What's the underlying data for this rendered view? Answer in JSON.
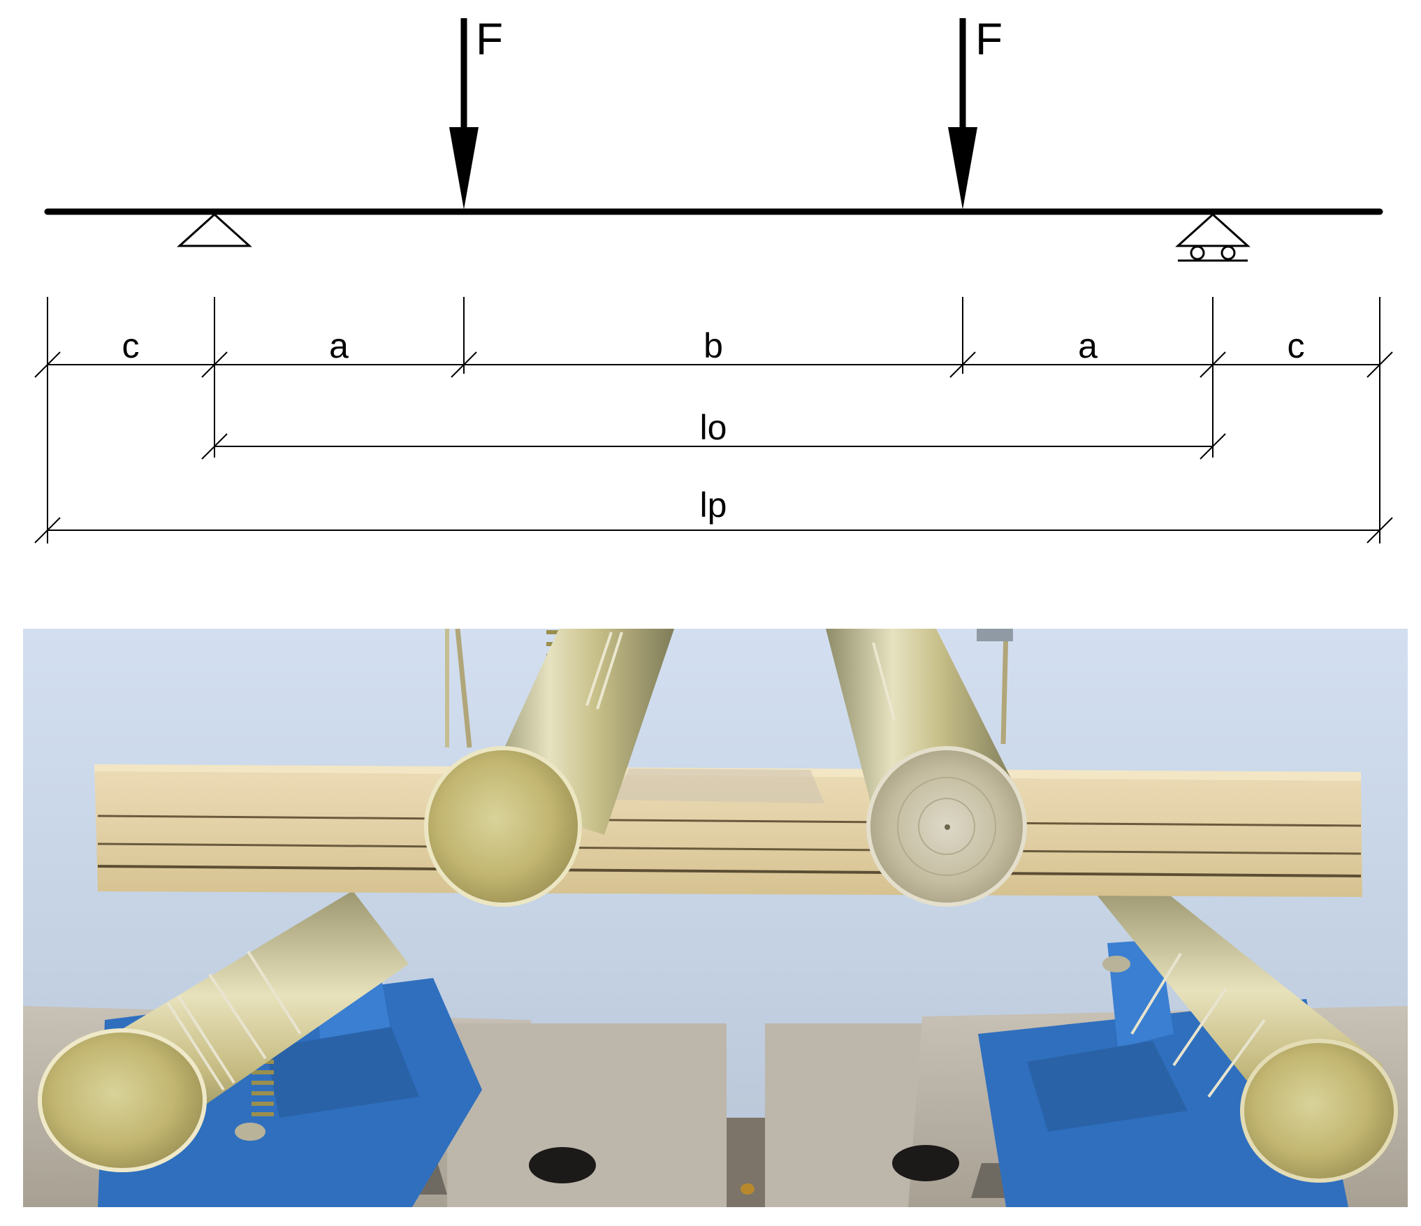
{
  "diagram": {
    "load_labels": [
      "F",
      "F"
    ],
    "segment_labels": [
      "c",
      "a",
      "b",
      "a",
      "c"
    ],
    "span_label": "lo",
    "total_label": "lp",
    "supports": [
      "pinned-support",
      "roller-support"
    ]
  },
  "photo": {
    "subject": "four-point bending test of layered wood beam on steel roller supports",
    "colors": {
      "background": "#c9d6e6",
      "beam": "#e3d3ae",
      "roller": "#b9b07e",
      "fixture": "#2f73c6",
      "plate": "#b7b1a8"
    }
  }
}
